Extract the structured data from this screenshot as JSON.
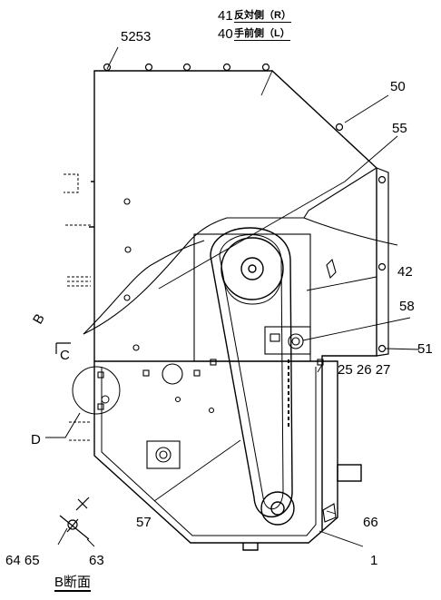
{
  "labels": {
    "p5253": "5253",
    "p41": "41",
    "p41_text": "反対側（R）",
    "p40": "40",
    "p40_text": "手前側（L）",
    "p50": "50",
    "p55": "55",
    "p42": "42",
    "p58": "58",
    "p51": "51",
    "p25_26_27": "25 26 27",
    "p66": "66",
    "p57": "57",
    "p1": "1",
    "p63": "63",
    "p64_65": "64 65",
    "view_b": "B",
    "view_c": "C",
    "view_d": "D",
    "section_title": "B断面"
  }
}
